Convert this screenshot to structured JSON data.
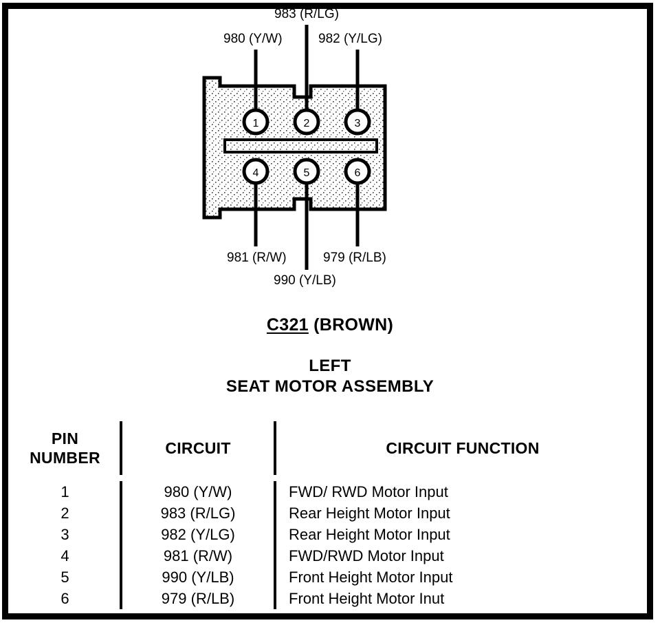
{
  "connector": {
    "id_label": "C321",
    "color_label": "(BROWN)",
    "name_line1": "LEFT",
    "name_line2": "SEAT MOTOR ASSEMBLY",
    "pin_count": 6,
    "pins": [
      {
        "number": "1",
        "position": "top-left"
      },
      {
        "number": "2",
        "position": "top-center"
      },
      {
        "number": "3",
        "position": "top-right"
      },
      {
        "number": "4",
        "position": "bottom-left"
      },
      {
        "number": "5",
        "position": "bottom-center"
      },
      {
        "number": "6",
        "position": "bottom-right"
      }
    ],
    "callouts": {
      "top_left": "980 (Y/W)",
      "top_center": "983 (R/LG)",
      "top_right": "982 (Y/LG)",
      "bottom_left": "981 (R/W)",
      "bottom_center": "990 (Y/LB)",
      "bottom_right": "979 (R/LB)"
    }
  },
  "table": {
    "headers": [
      "PIN NUMBER",
      "CIRCUIT",
      "CIRCUIT FUNCTION"
    ],
    "header_pin_line1": "PIN",
    "header_pin_line2": "NUMBER",
    "header_circuit": "CIRCUIT",
    "header_function": "CIRCUIT FUNCTION",
    "rows": [
      {
        "pin": "1",
        "circuit": "980 (Y/W)",
        "function": "FWD/ RWD Motor Input"
      },
      {
        "pin": "2",
        "circuit": "983 (R/LG)",
        "function": "Rear Height Motor Input"
      },
      {
        "pin": "3",
        "circuit": "982 (Y/LG)",
        "function": "Rear Height Motor Input"
      },
      {
        "pin": "4",
        "circuit": "981 (R/W)",
        "function": "FWD/RWD Motor Input"
      },
      {
        "pin": "5",
        "circuit": "990 (Y/LB)",
        "function": "Front Height Motor Input"
      },
      {
        "pin": "6",
        "circuit": "979 (R/LB)",
        "function": "Front Height Motor Inut"
      }
    ]
  },
  "colors": {
    "ink": "#000000",
    "paper": "#ffffff",
    "body_fill": "#e9e9e9"
  }
}
